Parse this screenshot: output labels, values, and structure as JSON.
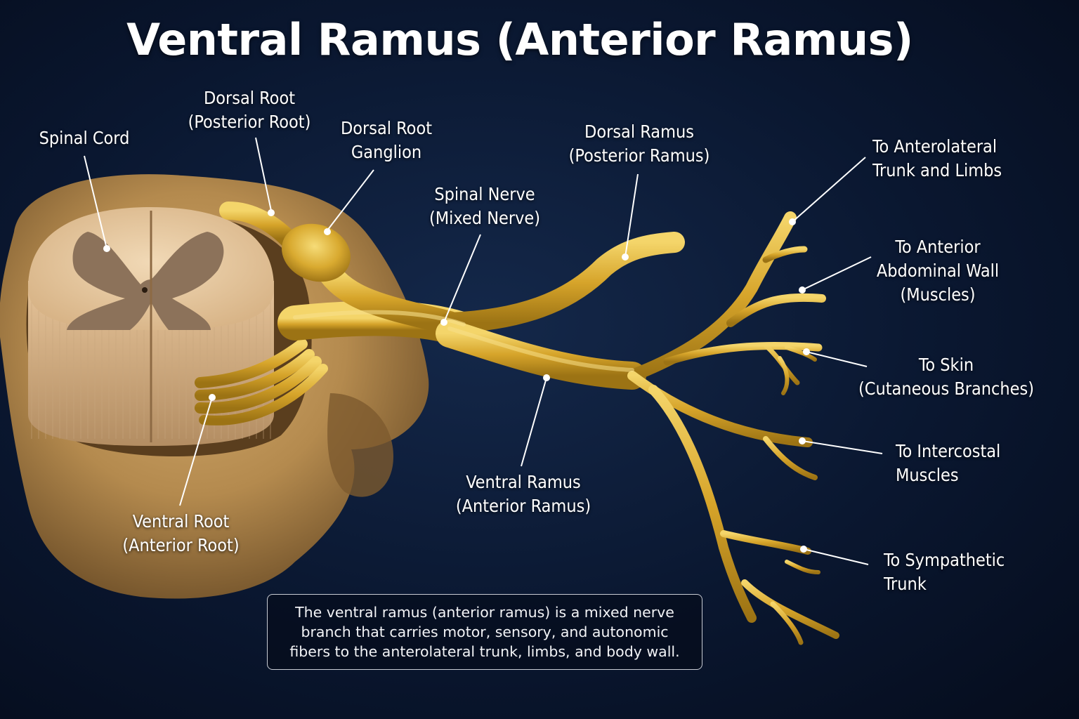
{
  "title": "Ventral Ramus (Anterior Ramus)",
  "labels": {
    "spinal_cord": [
      "Spinal Cord"
    ],
    "dorsal_root": [
      "Dorsal Root",
      "(Posterior Root)"
    ],
    "dorsal_root_ganglion": [
      "Dorsal Root",
      "Ganglion"
    ],
    "spinal_nerve": [
      "Spinal Nerve",
      "(Mixed Nerve)"
    ],
    "dorsal_ramus": [
      "Dorsal Ramus",
      "(Posterior Ramus)"
    ],
    "ventral_root": [
      "Ventral Root",
      "(Anterior Root)"
    ],
    "ventral_ramus": [
      "Ventral Ramus",
      "(Anterior Ramus)"
    ],
    "to_anterolateral": [
      "To Anterolateral",
      "Trunk and Limbs"
    ],
    "to_anterior_wall": [
      "To Anterior",
      "Abdominal Wall",
      "(Muscles)"
    ],
    "to_skin": [
      "To Skin",
      "(Cutaneous Branches)"
    ],
    "to_intercostal": [
      "To Intercostal",
      "Muscles"
    ],
    "to_sympathetic": [
      "To Sympathetic",
      "Trunk"
    ]
  },
  "caption": "The ventral ramus (anterior ramus) is a mixed nerve branch that carries motor, sensory, and autonomic fibers to the anterolateral trunk, limbs, and body wall.",
  "colors": {
    "background": "#0a1730",
    "nerve": "#d9a92a",
    "nerve_highlight": "#f3d36a",
    "bone": "#b98f55",
    "white_matter": "#e8c9a0",
    "gray_matter": "#8a7058"
  }
}
